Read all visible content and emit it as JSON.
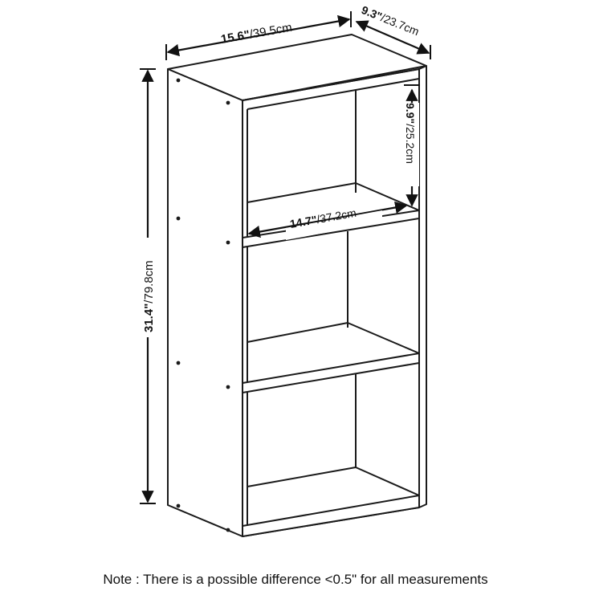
{
  "dimensions": {
    "width": {
      "inch": "15.6\"",
      "cm": "/39.5cm"
    },
    "depth": {
      "inch": "9.3\"",
      "cm": "/23.7cm"
    },
    "shelf_height": {
      "inch": "9.9\"",
      "cm": "/25.2cm"
    },
    "shelf_width": {
      "inch": "14.7\"",
      "cm": "/37.2cm"
    },
    "height": {
      "inch": "31.4\"",
      "cm": "/79.8cm"
    }
  },
  "note": "Note : There is a possible difference <0.5\" for all measurements",
  "colors": {
    "line": "#1a1a1a",
    "panel": "#ffffff",
    "arrow": "#111111"
  }
}
